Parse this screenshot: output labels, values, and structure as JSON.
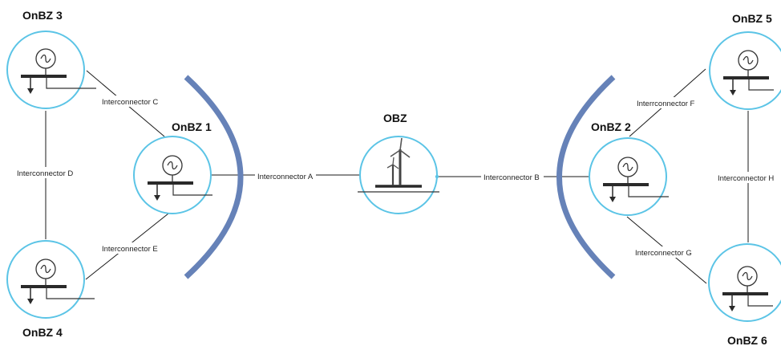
{
  "nodes": {
    "onbz3": {
      "label": "OnBZ 3",
      "icon": "generator-busbar-icon"
    },
    "onbz1": {
      "label": "OnBZ 1",
      "icon": "generator-busbar-icon"
    },
    "onbz4": {
      "label": "OnBZ 4",
      "icon": "generator-busbar-icon"
    },
    "obz": {
      "label": "OBZ",
      "icon": "wind-turbine-icon"
    },
    "onbz2": {
      "label": "OnBZ 2",
      "icon": "generator-busbar-icon"
    },
    "onbz5": {
      "label": "OnBZ 5",
      "icon": "generator-busbar-icon"
    },
    "onbz6": {
      "label": "OnBZ 6",
      "icon": "generator-busbar-icon"
    }
  },
  "interconnectors": {
    "a": "Interconnector A",
    "b": "Interconnector B",
    "c": "Interconnector C",
    "d": "Interconnector D",
    "e": "Interconnector E",
    "f": "Interrconnector F",
    "g": "Interconnector G",
    "h": "Interconnector H"
  },
  "colors": {
    "node_outline": "#5bc4e6",
    "zone_boundary": "#6682b8",
    "line": "#1a1a1a"
  }
}
